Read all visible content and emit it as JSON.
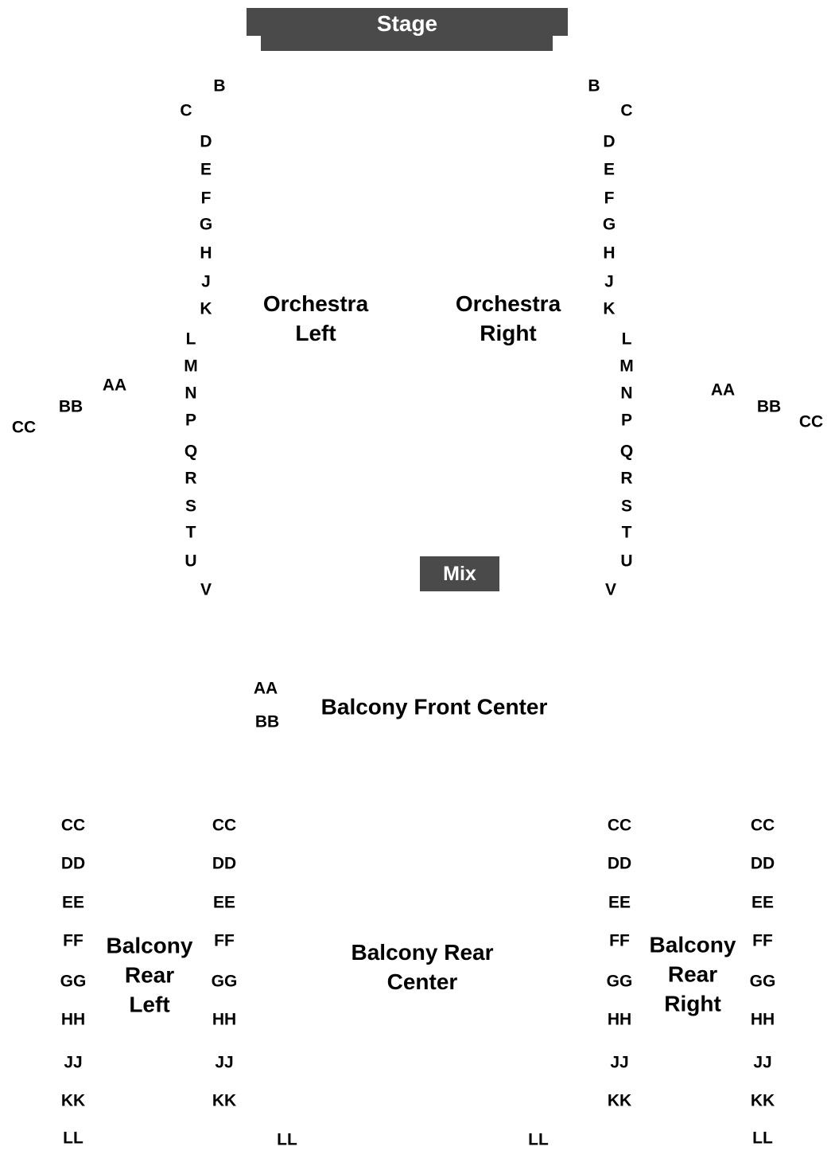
{
  "stage": {
    "label": "Stage"
  },
  "mix": {
    "label": "Mix"
  },
  "sections": {
    "orchestra_left": {
      "line1": "Orchestra",
      "line2": "Left"
    },
    "orchestra_right": {
      "line1": "Orchestra",
      "line2": "Right"
    },
    "balcony_front_center": {
      "label": "Balcony Front Center"
    },
    "balcony_rear_center": {
      "line1": "Balcony Rear",
      "line2": "Center"
    },
    "balcony_rear_left": {
      "line1": "Balcony",
      "line2": "Rear",
      "line3": "Left"
    },
    "balcony_rear_right": {
      "line1": "Balcony",
      "line2": "Rear",
      "line3": "Right"
    }
  },
  "orchestra_rows": [
    "B",
    "C",
    "D",
    "E",
    "F",
    "G",
    "H",
    "J",
    "K",
    "L",
    "M",
    "N",
    "P",
    "Q",
    "R",
    "S",
    "T",
    "U",
    "V"
  ],
  "orchestra_side_rows": [
    "AA",
    "BB",
    "CC"
  ],
  "balcony_front_rows": [
    "AA",
    "BB"
  ],
  "balcony_rear_rows": [
    "CC",
    "DD",
    "EE",
    "FF",
    "GG",
    "HH",
    "JJ",
    "KK",
    "LL"
  ],
  "balcony_rear_center_rows": [
    "LL"
  ]
}
